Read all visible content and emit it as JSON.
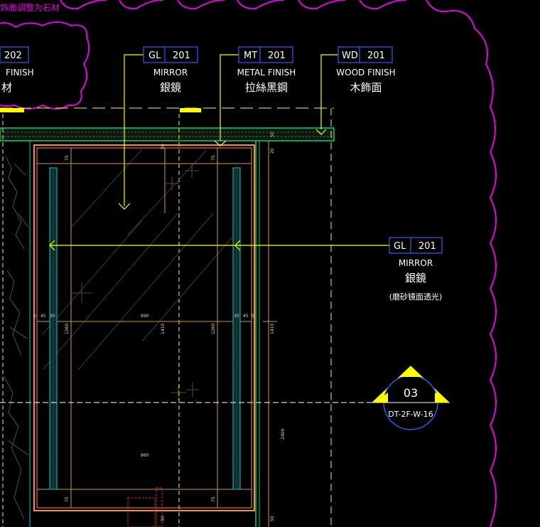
{
  "revision_note": "饰面调整为石材",
  "tags": [
    {
      "code": "",
      "num": "202",
      "desc": "FINISH",
      "cn": "材"
    },
    {
      "code": "GL",
      "num": "201",
      "desc": "MIRROR",
      "cn": "銀鏡"
    },
    {
      "code": "MT",
      "num": "201",
      "desc": "METAL FINISH",
      "cn": "拉絲黑鋼"
    },
    {
      "code": "WD",
      "num": "201",
      "desc": "WOOD FINISH",
      "cn": "木飾面"
    },
    {
      "code": "GL",
      "num": "201",
      "desc": "MIRROR",
      "cn": "銀鏡",
      "note": "(磨砂镜面透光)"
    }
  ],
  "section_marker": {
    "number": "03",
    "ref": "DT-2F-W-16"
  },
  "dimensions": {
    "w_690": "690",
    "w_860": "860",
    "h_1410a": "1410",
    "h_1410b": "1410",
    "h_1260a": "1260",
    "h_1260b": "1260",
    "h_2400": "2400",
    "d_50a": "50",
    "d_50b": "50",
    "d_20": "20",
    "d_75a": "75",
    "d_75b": "75",
    "d_75c": "75",
    "d_75d": "75",
    "d_50c": "50",
    "d_5a": "5",
    "d_45a": "45",
    "d_30a": "30",
    "d_30b": "30",
    "d_45b": "45",
    "d_5b": "5",
    "d_50d": "50"
  },
  "colors": {
    "background": "#000000",
    "tag_box": "#1e64ff",
    "leader": "#ffff00",
    "text": "#ffffff",
    "revision_cloud": "#e600e6",
    "frame_orange": "#ff8c28",
    "green": "#00d26e",
    "cyan": "#00c8c8",
    "dimension": "#d29b28",
    "marker_circle": "#1e64ff",
    "marker_fill": "#ffff00"
  }
}
